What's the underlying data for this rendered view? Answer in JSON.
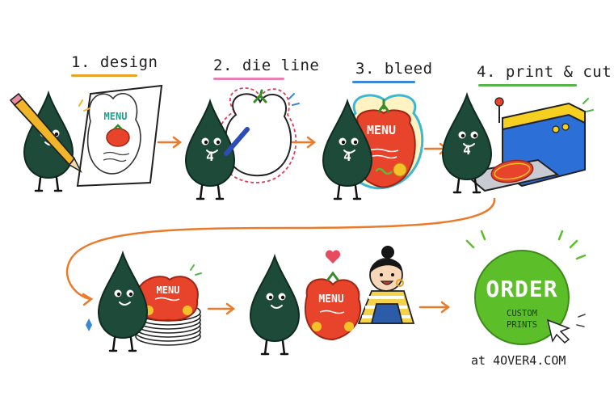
{
  "steps": [
    {
      "label": "1. design",
      "color": "#e9a324"
    },
    {
      "label": "2. die line",
      "color": "#e97fb2"
    },
    {
      "label": "3. bleed",
      "color": "#3b86d6"
    },
    {
      "label": "4. print & cut",
      "color": "#56b54a"
    }
  ],
  "menu": {
    "title": "MENU"
  },
  "mascot": {
    "number": "4"
  },
  "cta": {
    "order": "ORDER",
    "line1": "CUSTOM",
    "line2": "PRINTS",
    "site_prefix": "at",
    "site": "4OVER4.COM",
    "color": "#5cbf2a"
  },
  "colors": {
    "arrow": "#ec7a2b",
    "mascot": "#1e4a3a",
    "tomato": "#e8432b"
  }
}
